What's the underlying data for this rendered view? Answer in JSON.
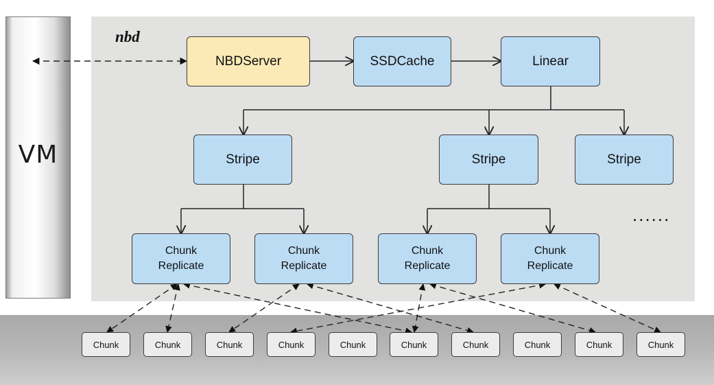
{
  "vm": {
    "label": "VM"
  },
  "protocol": {
    "label": "nbd"
  },
  "pipeline": {
    "nbd_server": "NBDServer",
    "ssd_cache": "SSDCache",
    "linear": "Linear"
  },
  "stripes": [
    "Stripe",
    "Stripe",
    "Stripe"
  ],
  "chunk_replicates": [
    {
      "line1": "Chunk",
      "line2": "Replicate"
    },
    {
      "line1": "Chunk",
      "line2": "Replicate"
    },
    {
      "line1": "Chunk",
      "line2": "Replicate"
    },
    {
      "line1": "Chunk",
      "line2": "Replicate"
    }
  ],
  "more_indicator": "......",
  "chunks": [
    "Chunk",
    "Chunk",
    "Chunk",
    "Chunk",
    "Chunk",
    "Chunk",
    "Chunk",
    "Chunk",
    "Chunk",
    "Chunk"
  ],
  "colors": {
    "panel": "#e2e2e0",
    "server_box": "#fbeab5",
    "component_box": "#bcdcf4",
    "chunk_box": "#ececec",
    "ground": "#b8b8b8"
  }
}
